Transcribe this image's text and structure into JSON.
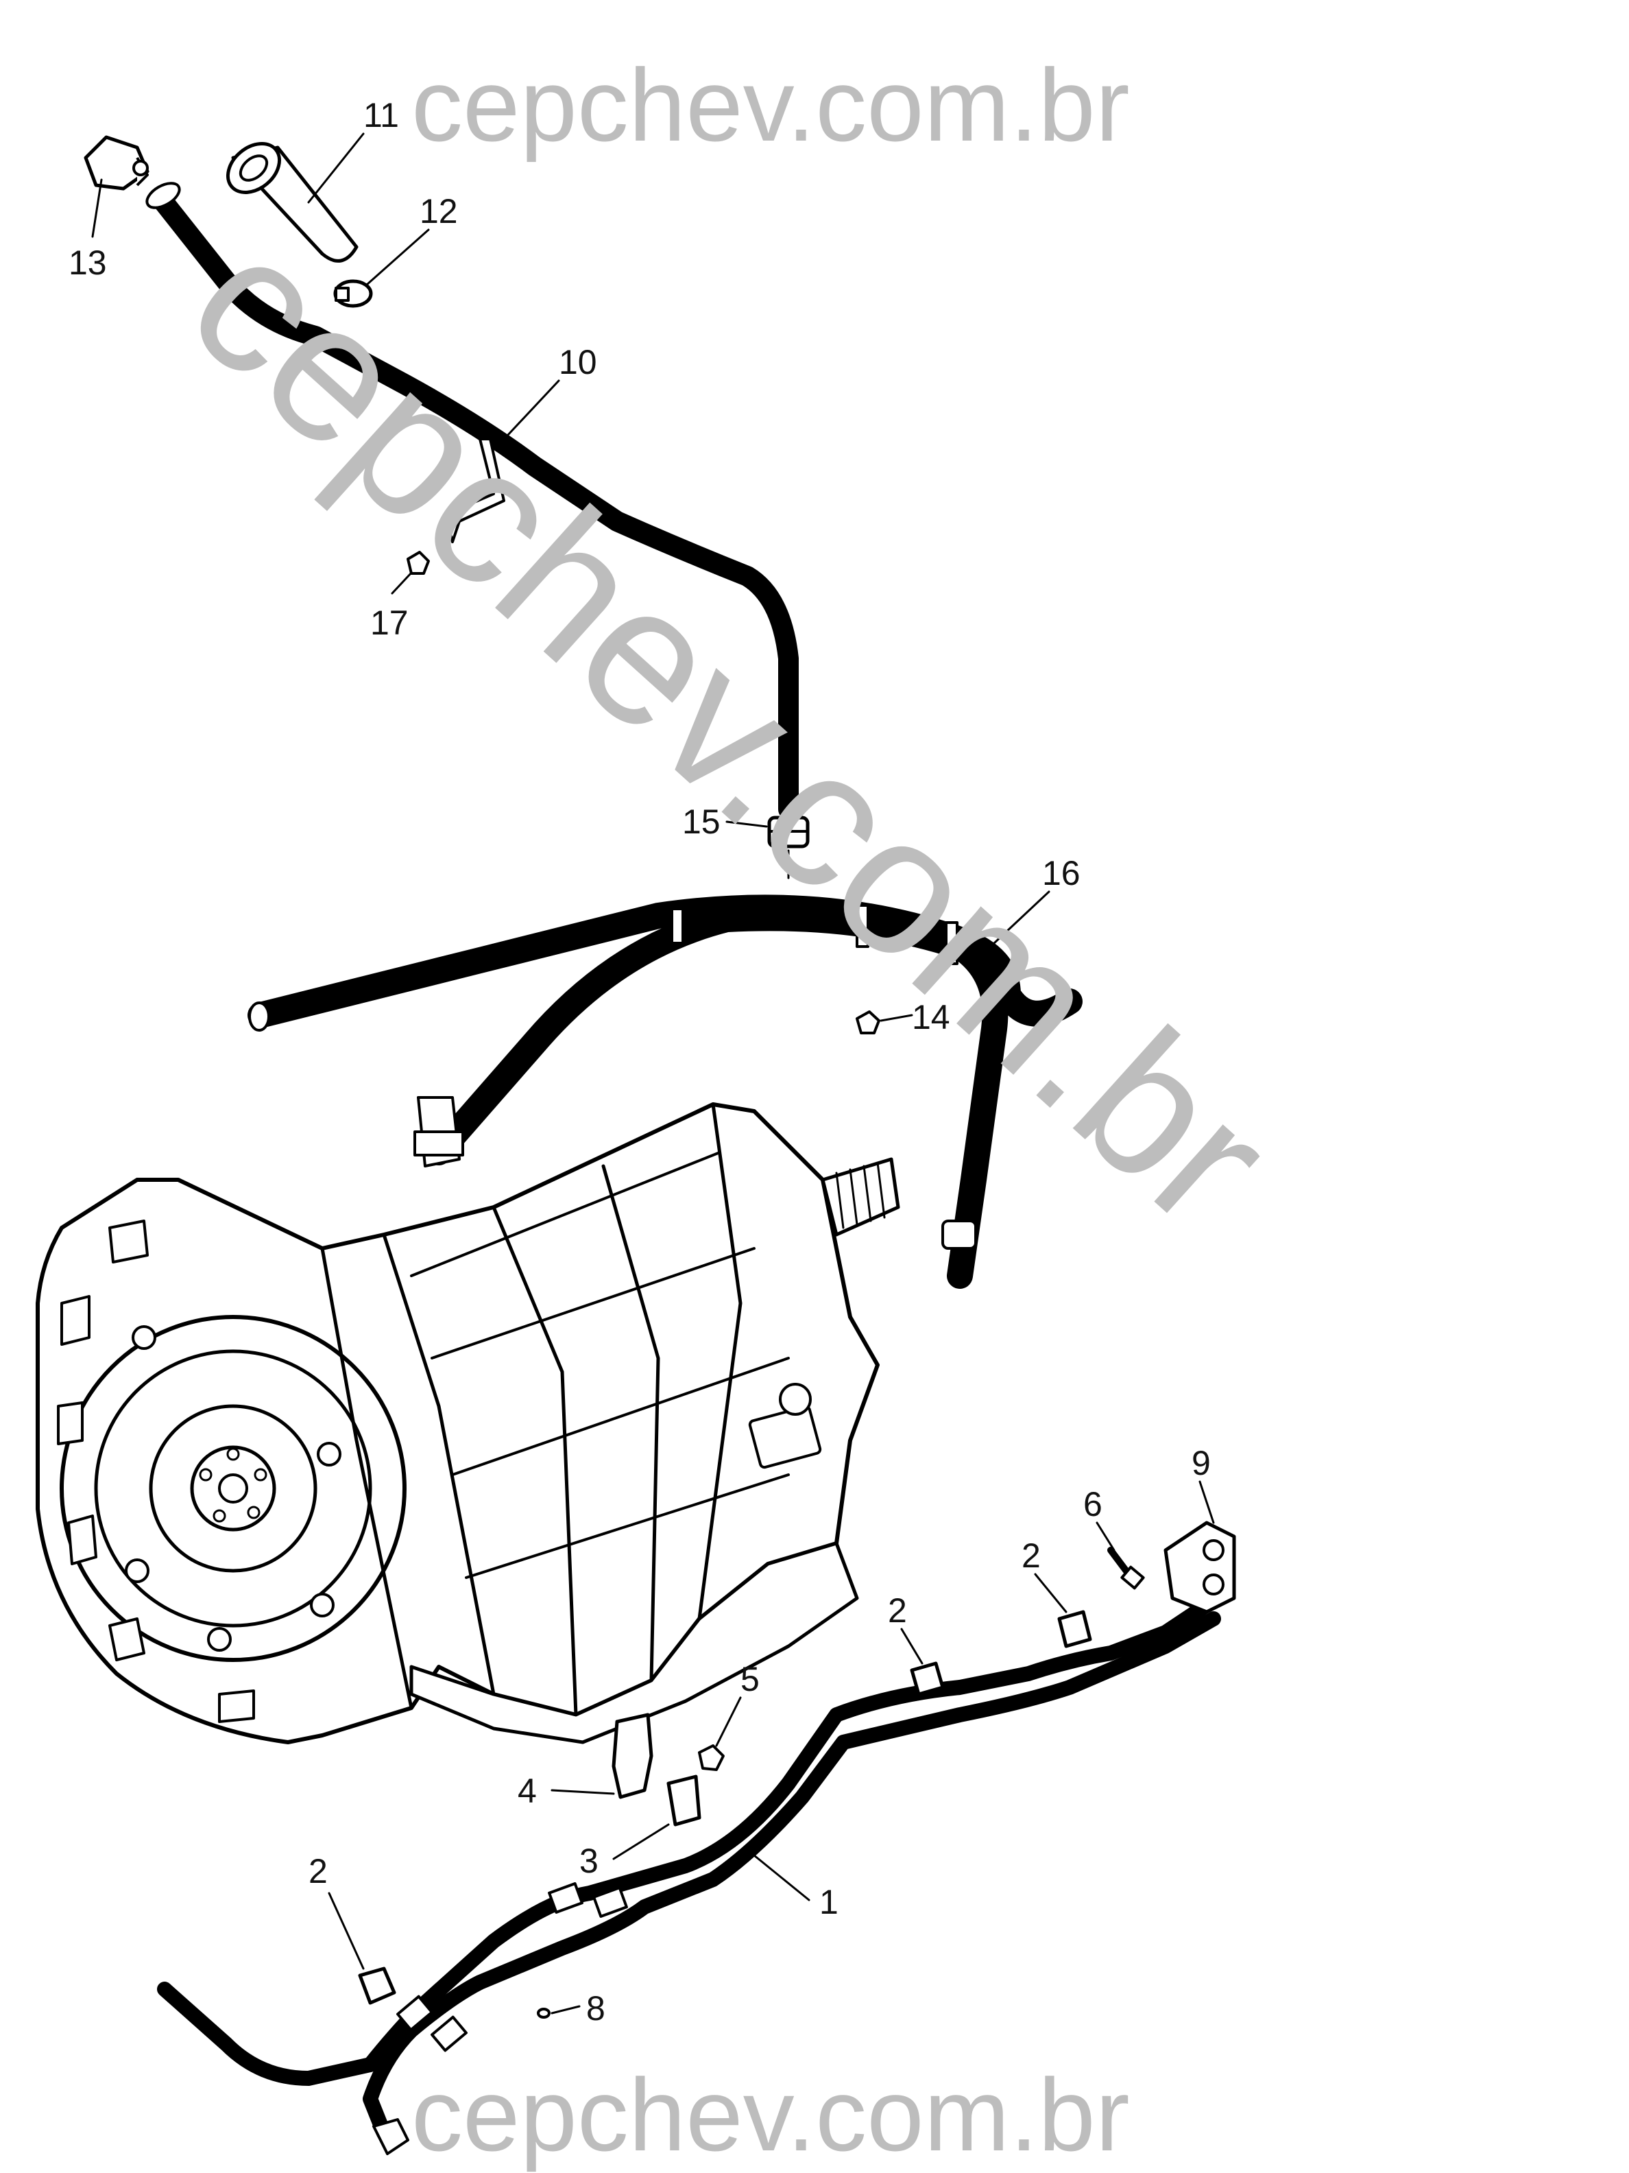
{
  "watermark": {
    "top_text": "cepchev.com.br",
    "bottom_text": "cepchev.com.br",
    "diagonal_text": "cepchev.com.br",
    "color": "#bdbdbd"
  },
  "callouts": [
    {
      "id": "11",
      "label": "11"
    },
    {
      "id": "12",
      "label": "12"
    },
    {
      "id": "13",
      "label": "13"
    },
    {
      "id": "10",
      "label": "10"
    },
    {
      "id": "17",
      "label": "17"
    },
    {
      "id": "15",
      "label": "15"
    },
    {
      "id": "16",
      "label": "16"
    },
    {
      "id": "14",
      "label": "14"
    },
    {
      "id": "9",
      "label": "9"
    },
    {
      "id": "6",
      "label": "6"
    },
    {
      "id": "2a",
      "label": "2"
    },
    {
      "id": "2b",
      "label": "2"
    },
    {
      "id": "5",
      "label": "5"
    },
    {
      "id": "4",
      "label": "4"
    },
    {
      "id": "3",
      "label": "3"
    },
    {
      "id": "1",
      "label": "1"
    },
    {
      "id": "2c",
      "label": "2"
    },
    {
      "id": "8",
      "label": "8"
    }
  ]
}
